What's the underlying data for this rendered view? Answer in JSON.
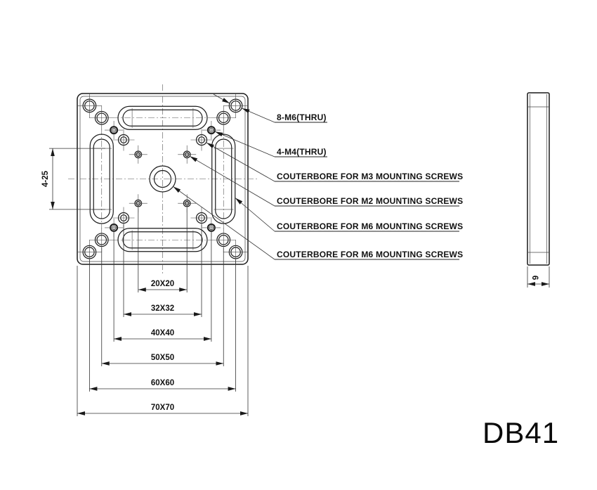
{
  "title": "DB41",
  "callouts": [
    {
      "label": "8-M6(THRU)"
    },
    {
      "label": "4-M4(THRU)"
    },
    {
      "label": "COUTERBORE FOR M3 MOUNTING SCREWS"
    },
    {
      "label": "COUTERBORE FOR M2 MOUNTING SCREWS"
    },
    {
      "label": "COUTERBORE FOR M6 MOUNTING SCREWS"
    },
    {
      "label": "COUTERBORE FOR M6 MOUNTING SCREWS"
    }
  ],
  "dims": {
    "patterns": [
      "20X20",
      "32X32",
      "40X40",
      "50X50",
      "60X60",
      "70X70"
    ],
    "slot_spacing": "4-25",
    "thickness": "9"
  },
  "colors": {
    "line": "#1a1a1a",
    "background": "#ffffff"
  }
}
